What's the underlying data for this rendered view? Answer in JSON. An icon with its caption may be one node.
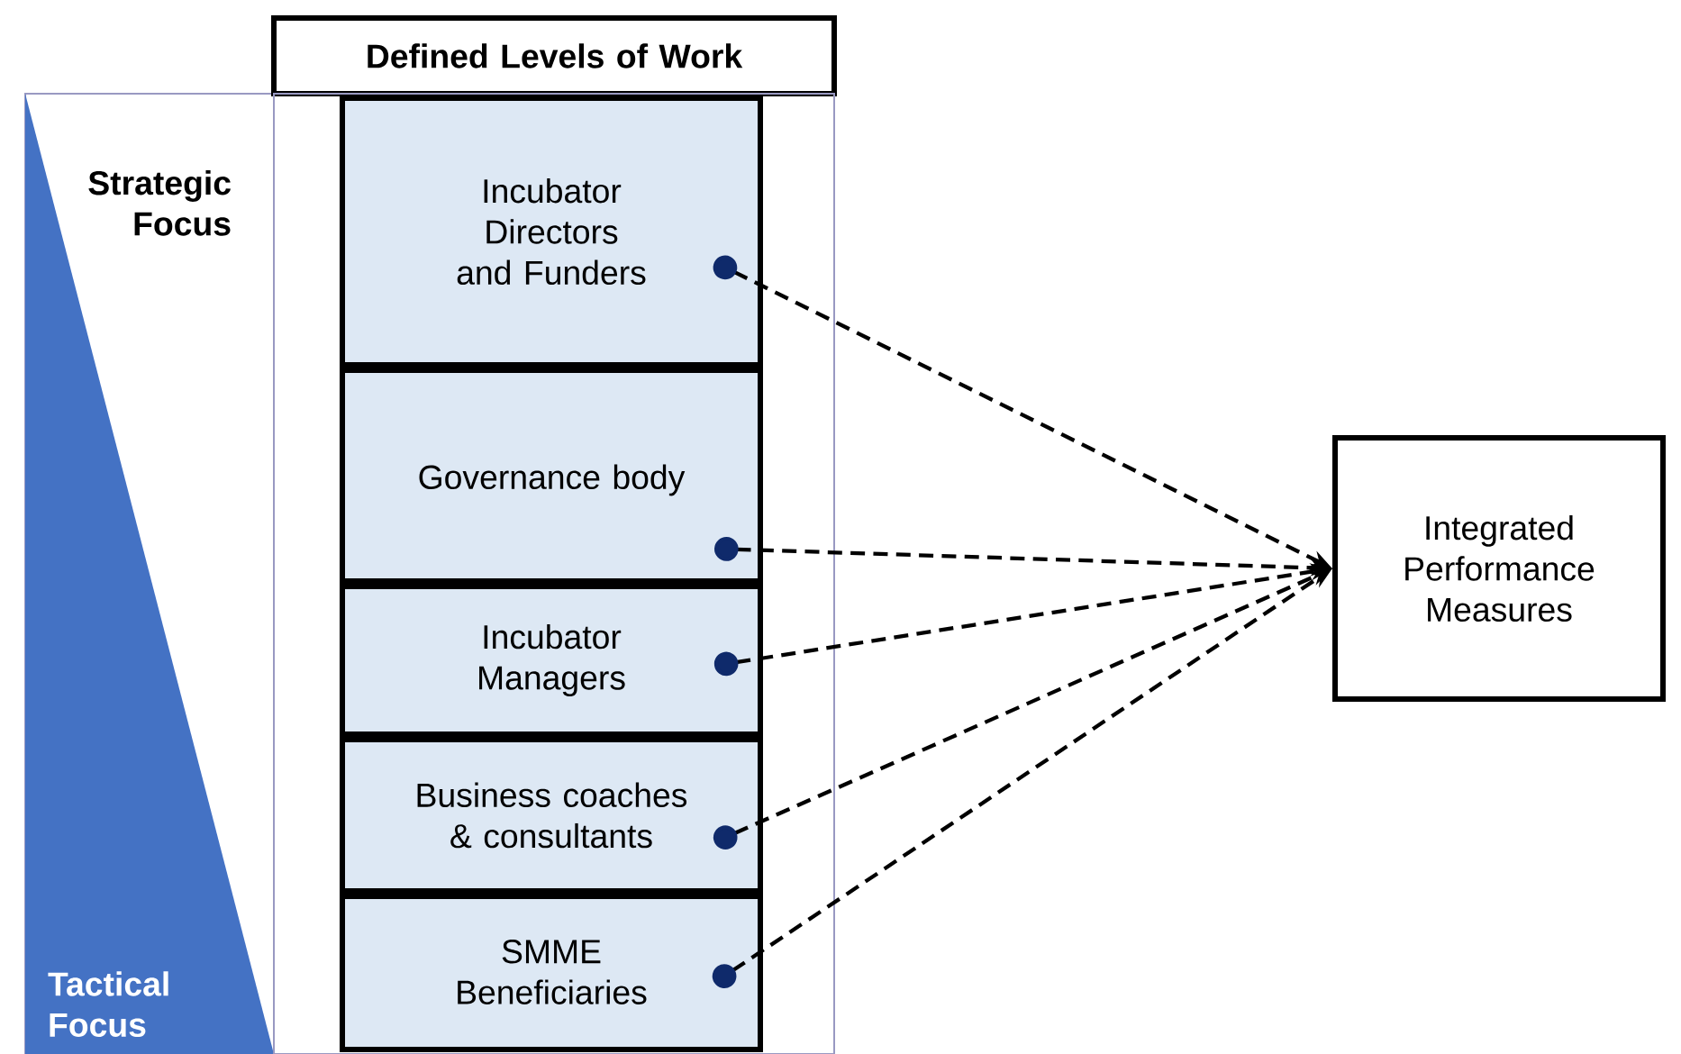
{
  "diagram": {
    "nodes": [
      {
        "text": [
          "Defined Levels of Work"
        ]
      },
      {
        "text": [],
        "shape": "box"
      },
      {
        "text": [
          "Incubator Directors and Funders"
        ],
        "in": 1
      },
      {
        "text": [
          "Governance body"
        ],
        "in": 1
      },
      {
        "text": [
          "Incubator Managers"
        ],
        "in": 1
      },
      {
        "text": [
          "Business coaches & consultants"
        ],
        "in": 1
      },
      {
        "text": [
          "SMME Beneficiaries"
        ],
        "in": 1
      },
      {
        "text": [
          "Integrated Performance Measures"
        ]
      }
    ],
    "edges": [
      {
        "from": 2,
        "to": 7,
        "arrow": "to",
        "style": "dashed"
      },
      {
        "from": 3,
        "to": 7,
        "arrow": "to",
        "style": "dashed"
      },
      {
        "from": 4,
        "to": 7,
        "arrow": "to",
        "style": "dashed"
      },
      {
        "from": 5,
        "to": 7,
        "arrow": "to",
        "style": "dashed"
      },
      {
        "from": 6,
        "to": 7,
        "arrow": "to",
        "style": "dashed"
      }
    ],
    "labels": [
      "Strategic Focus",
      "Tactical Focus"
    ]
  }
}
